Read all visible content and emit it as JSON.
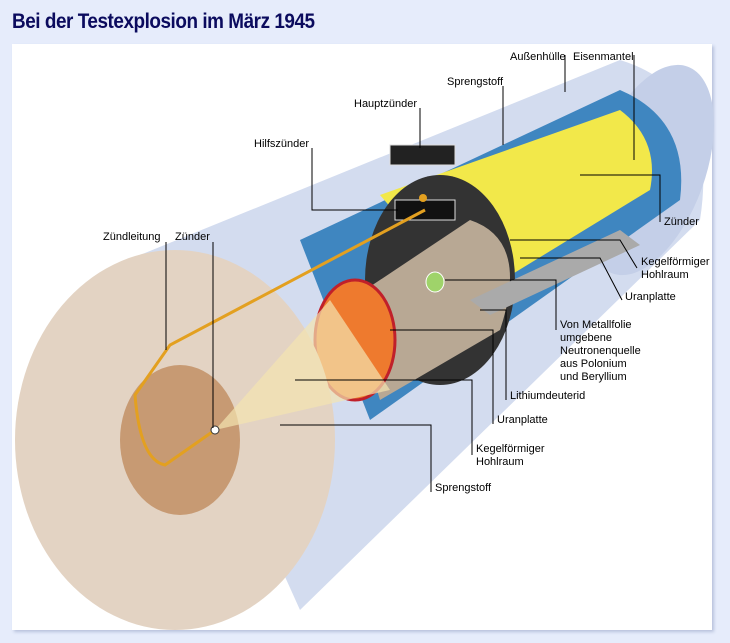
{
  "title": "Bei der Testexplosion im März 1945",
  "labels": {
    "aussenhuelle": "Außenhülle",
    "eisenmantel": "Eisenmantel",
    "sprengstoff_top": "Sprengstoff",
    "hauptzuender": "Hauptzünder",
    "hilfszuender": "Hilfszünder",
    "zuendleitung": "Zündleitung",
    "zuender_left": "Zünder",
    "zuender_right": "Zünder",
    "hohlraum_right_1": "Kegelförmiger",
    "hohlraum_right_2": "Hohlraum",
    "uranplatte_right": "Uranplatte",
    "neutronen": [
      "Von Metallfolie",
      "umgebene",
      "Neutronenquelle",
      "aus Polonium",
      "und Beryllium"
    ],
    "lithiumdeuterid": "Lithiumdeuterid",
    "uranplatte_bottom": "Uranplatte",
    "hohlraum_bottom_1": "Kegelförmiger",
    "hohlraum_bottom_2": "Hohlraum",
    "sprengstoff_bottom": "Sprengstoff"
  },
  "colors": {
    "title": "#0b0b5e",
    "background": "#e6ecfb",
    "shell": "#c9d3ea",
    "iron": "#3f86c0",
    "explosive": "#f2e84a",
    "disk": "#e3d3c3",
    "uranium": "#ee7a2e"
  }
}
